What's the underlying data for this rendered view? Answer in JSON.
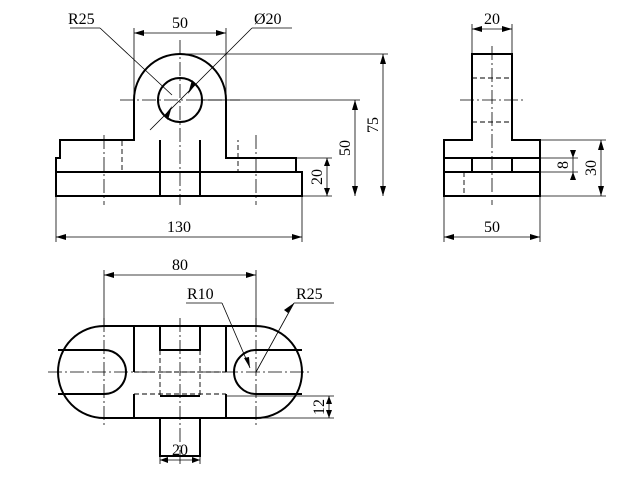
{
  "front_view": {
    "dims": {
      "top_width": "50",
      "radius": "R25",
      "hole": "Ø20",
      "base_width": "130",
      "base_height": "20",
      "center_height": "50",
      "total_height": "75"
    }
  },
  "side_view": {
    "dims": {
      "top_width": "20",
      "base_width": "50",
      "slot_height": "8",
      "base_height": "30"
    }
  },
  "top_view": {
    "dims": {
      "center_distance": "80",
      "slot_radius": "R10",
      "end_radius": "R25",
      "slot_width": "12",
      "rib_width": "20"
    }
  },
  "colors": {
    "line": "#000000",
    "background": "#ffffff"
  }
}
